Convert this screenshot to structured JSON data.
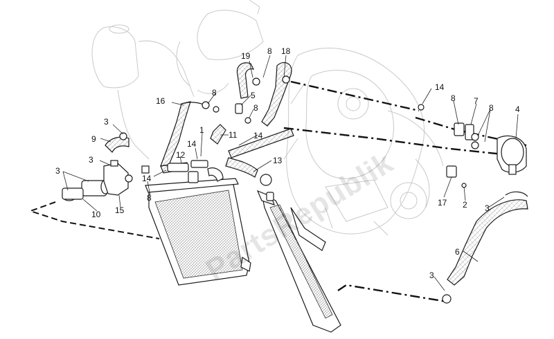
{
  "watermark": "PartsRepublik",
  "callouts": [
    {
      "id": "c19",
      "text": "19"
    },
    {
      "id": "c8a",
      "text": "8"
    },
    {
      "id": "c18",
      "text": "18"
    },
    {
      "id": "c14a",
      "text": "14"
    },
    {
      "id": "c8b",
      "text": "8"
    },
    {
      "id": "c7",
      "text": "7"
    },
    {
      "id": "c8c",
      "text": "8"
    },
    {
      "id": "c4",
      "text": "4"
    },
    {
      "id": "c16",
      "text": "16"
    },
    {
      "id": "c8d",
      "text": "8"
    },
    {
      "id": "c5",
      "text": "5"
    },
    {
      "id": "c8e",
      "text": "8"
    },
    {
      "id": "c3a",
      "text": "3"
    },
    {
      "id": "c1",
      "text": "1"
    },
    {
      "id": "c11",
      "text": "11"
    },
    {
      "id": "c14b",
      "text": "14"
    },
    {
      "id": "c9",
      "text": "9"
    },
    {
      "id": "c14c",
      "text": "14"
    },
    {
      "id": "c12",
      "text": "12"
    },
    {
      "id": "c13",
      "text": "13"
    },
    {
      "id": "c3b",
      "text": "3"
    },
    {
      "id": "c3c",
      "text": "3"
    },
    {
      "id": "c14d",
      "text": "14"
    },
    {
      "id": "c8f",
      "text": "8"
    },
    {
      "id": "c17",
      "text": "17"
    },
    {
      "id": "c2",
      "text": "2"
    },
    {
      "id": "c3d",
      "text": "3"
    },
    {
      "id": "c10",
      "text": "10"
    },
    {
      "id": "c15",
      "text": "15"
    },
    {
      "id": "c6",
      "text": "6"
    },
    {
      "id": "c3e",
      "text": "3"
    }
  ]
}
